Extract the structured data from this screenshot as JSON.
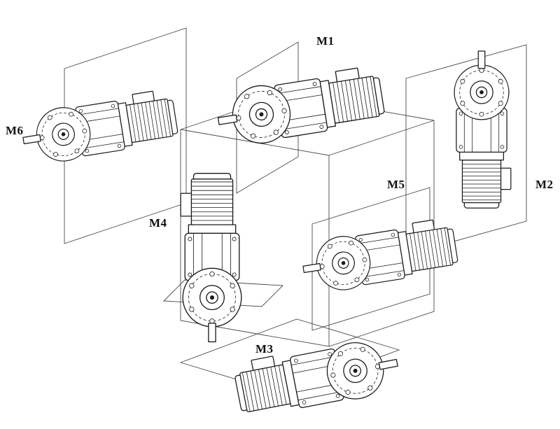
{
  "figure": {
    "labels": {
      "m1": "M1",
      "m2": "M2",
      "m3": "M3",
      "m4": "M4",
      "m5": "M5",
      "m6": "M6"
    }
  },
  "colors": {
    "line": "#1a1a1a",
    "cube_line": "#4a4a4a",
    "background": "#ffffff",
    "label_text": "#111111"
  }
}
